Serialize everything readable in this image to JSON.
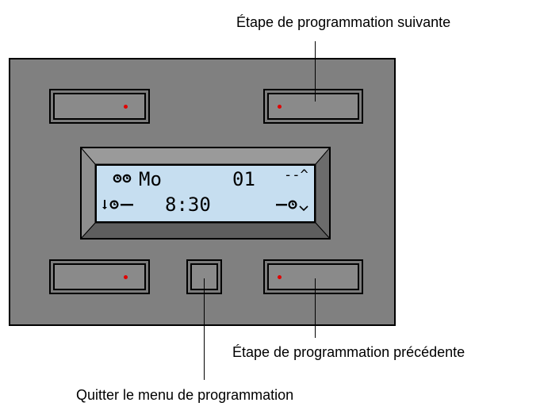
{
  "callouts": {
    "next_step": "Étape de programmation suivante",
    "previous_step": "Étape de programmation précédente",
    "exit_menu": "Quitter le menu de programmation"
  },
  "display": {
    "row1_day": "Mo",
    "row1_number": "01",
    "row1_arrow": "--^",
    "row2_time": "8:30"
  },
  "colors": {
    "panel": "#808080",
    "lcd_background": "#c6def0",
    "led": "#e00000"
  }
}
